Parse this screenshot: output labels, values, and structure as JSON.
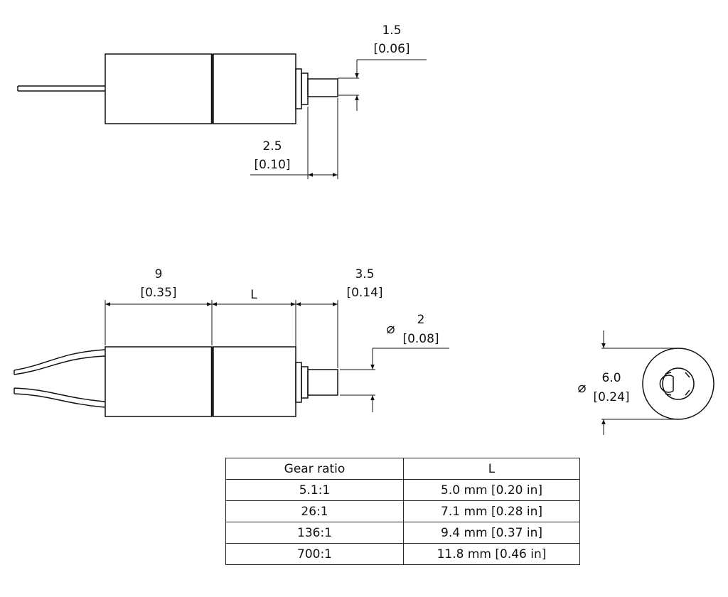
{
  "top_view": {
    "shaft_offset": {
      "mm": "1.5",
      "in": "[0.06]"
    },
    "flange_length": {
      "mm": "2.5",
      "in": "[0.10]"
    }
  },
  "side_view": {
    "motor_length": {
      "mm": "9",
      "in": "[0.35]"
    },
    "gearbox_length_label": "L",
    "shaft_length": {
      "mm": "3.5",
      "in": "[0.14]"
    },
    "shaft_diameter": {
      "symbol": "⌀",
      "mm": "2",
      "in": "[0.08]"
    }
  },
  "end_view": {
    "body_diameter": {
      "symbol": "⌀",
      "mm": "6.0",
      "in": "[0.24]"
    }
  },
  "gear_table": {
    "headers": [
      "Gear ratio",
      "L"
    ],
    "rows": [
      [
        "5.1:1",
        "5.0 mm [0.20 in]"
      ],
      [
        "26:1",
        "7.1 mm [0.28 in]"
      ],
      [
        "136:1",
        "9.4 mm [0.37 in]"
      ],
      [
        "700:1",
        "11.8 mm [0.46 in]"
      ]
    ]
  },
  "colors": {
    "line": "#111111",
    "background": "#ffffff"
  }
}
